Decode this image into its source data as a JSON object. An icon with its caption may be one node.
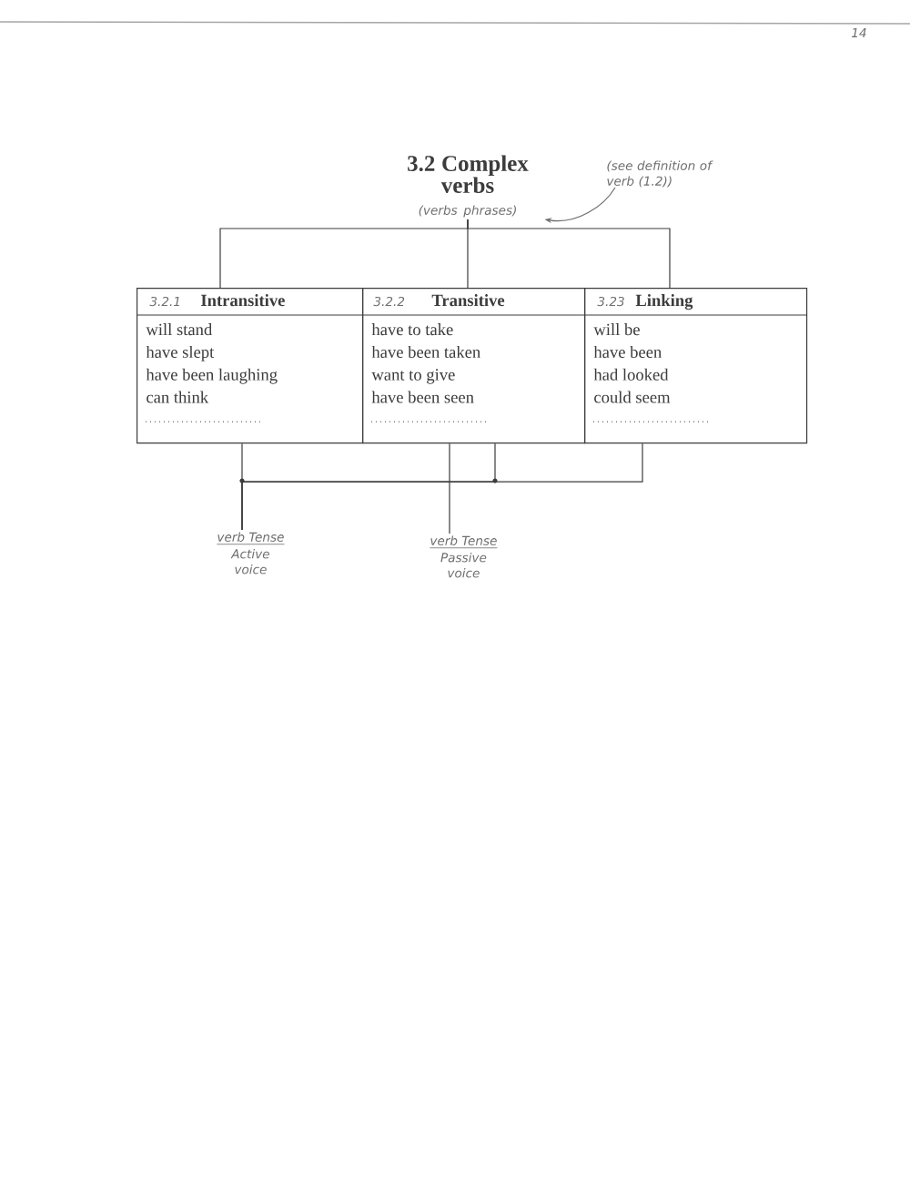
{
  "diagram": {
    "nodes": [
      {
        "text": [
          "3.2 Complex verbs",
          "(verbs phrases)"
        ]
      },
      {
        "text": [
          "(see definition of verb (1.2))"
        ]
      },
      {
        "text": [
          "3.2.1",
          "Intransitive",
          "will stand",
          "have slept",
          "have been laughing",
          "can think"
        ]
      },
      {
        "text": [
          "3.2.2",
          "Transitive",
          "have to take",
          "have been taken",
          "want to give",
          "have been seen"
        ]
      },
      {
        "text": [
          "3.23",
          "Linking",
          "will be",
          "have been",
          "had looked",
          "could seem"
        ]
      },
      {
        "text": [
          "verb Tense",
          "Active voice"
        ]
      },
      {
        "text": [
          "verb Tense",
          "Passive voice"
        ]
      }
    ],
    "edges": [
      {
        "from": 1,
        "to": 0,
        "arrow": "to",
        "color": "#6e6e6e"
      },
      {
        "from": 0,
        "to": 2,
        "arrow": "none"
      },
      {
        "from": 0,
        "to": 3,
        "arrow": "none"
      },
      {
        "from": 0,
        "to": 4,
        "arrow": "none"
      },
      {
        "from": 2,
        "to": 5,
        "arrow": "none"
      },
      {
        "from": 3,
        "to": 5,
        "arrow": "none"
      },
      {
        "from": 4,
        "to": 5,
        "arrow": "none"
      },
      {
        "from": 3,
        "to": 6,
        "arrow": "none"
      }
    ],
    "labels": [
      "14"
    ]
  }
}
